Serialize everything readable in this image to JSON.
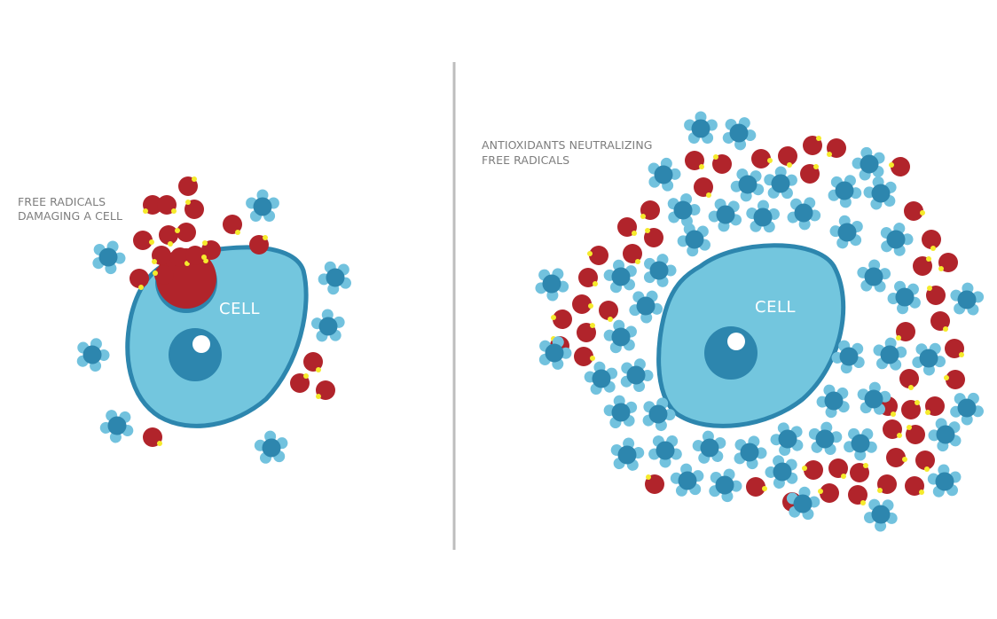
{
  "panels": {
    "left": {
      "caption_line1": "FREE RADICALS",
      "caption_line2": "DAMAGING A CELL",
      "cell_label": "CELL"
    },
    "right": {
      "caption_line1": "ANTIOXIDANTS NEUTRALIZING",
      "caption_line2": "FREE  RADICALS",
      "cell_label": "CELL"
    }
  },
  "colors": {
    "cell_fill": "#73c6de",
    "cell_stroke": "#2d86ae",
    "nucleus": "#2d86ae",
    "free_radical": "#b1242b",
    "free_radical_dot": "#f5ea2c",
    "antioxidant_outer": "#72c2de",
    "antioxidant_inner": "#2d86ae",
    "divider": "#bdbdbd",
    "caption_text": "#7d7d7d"
  }
}
